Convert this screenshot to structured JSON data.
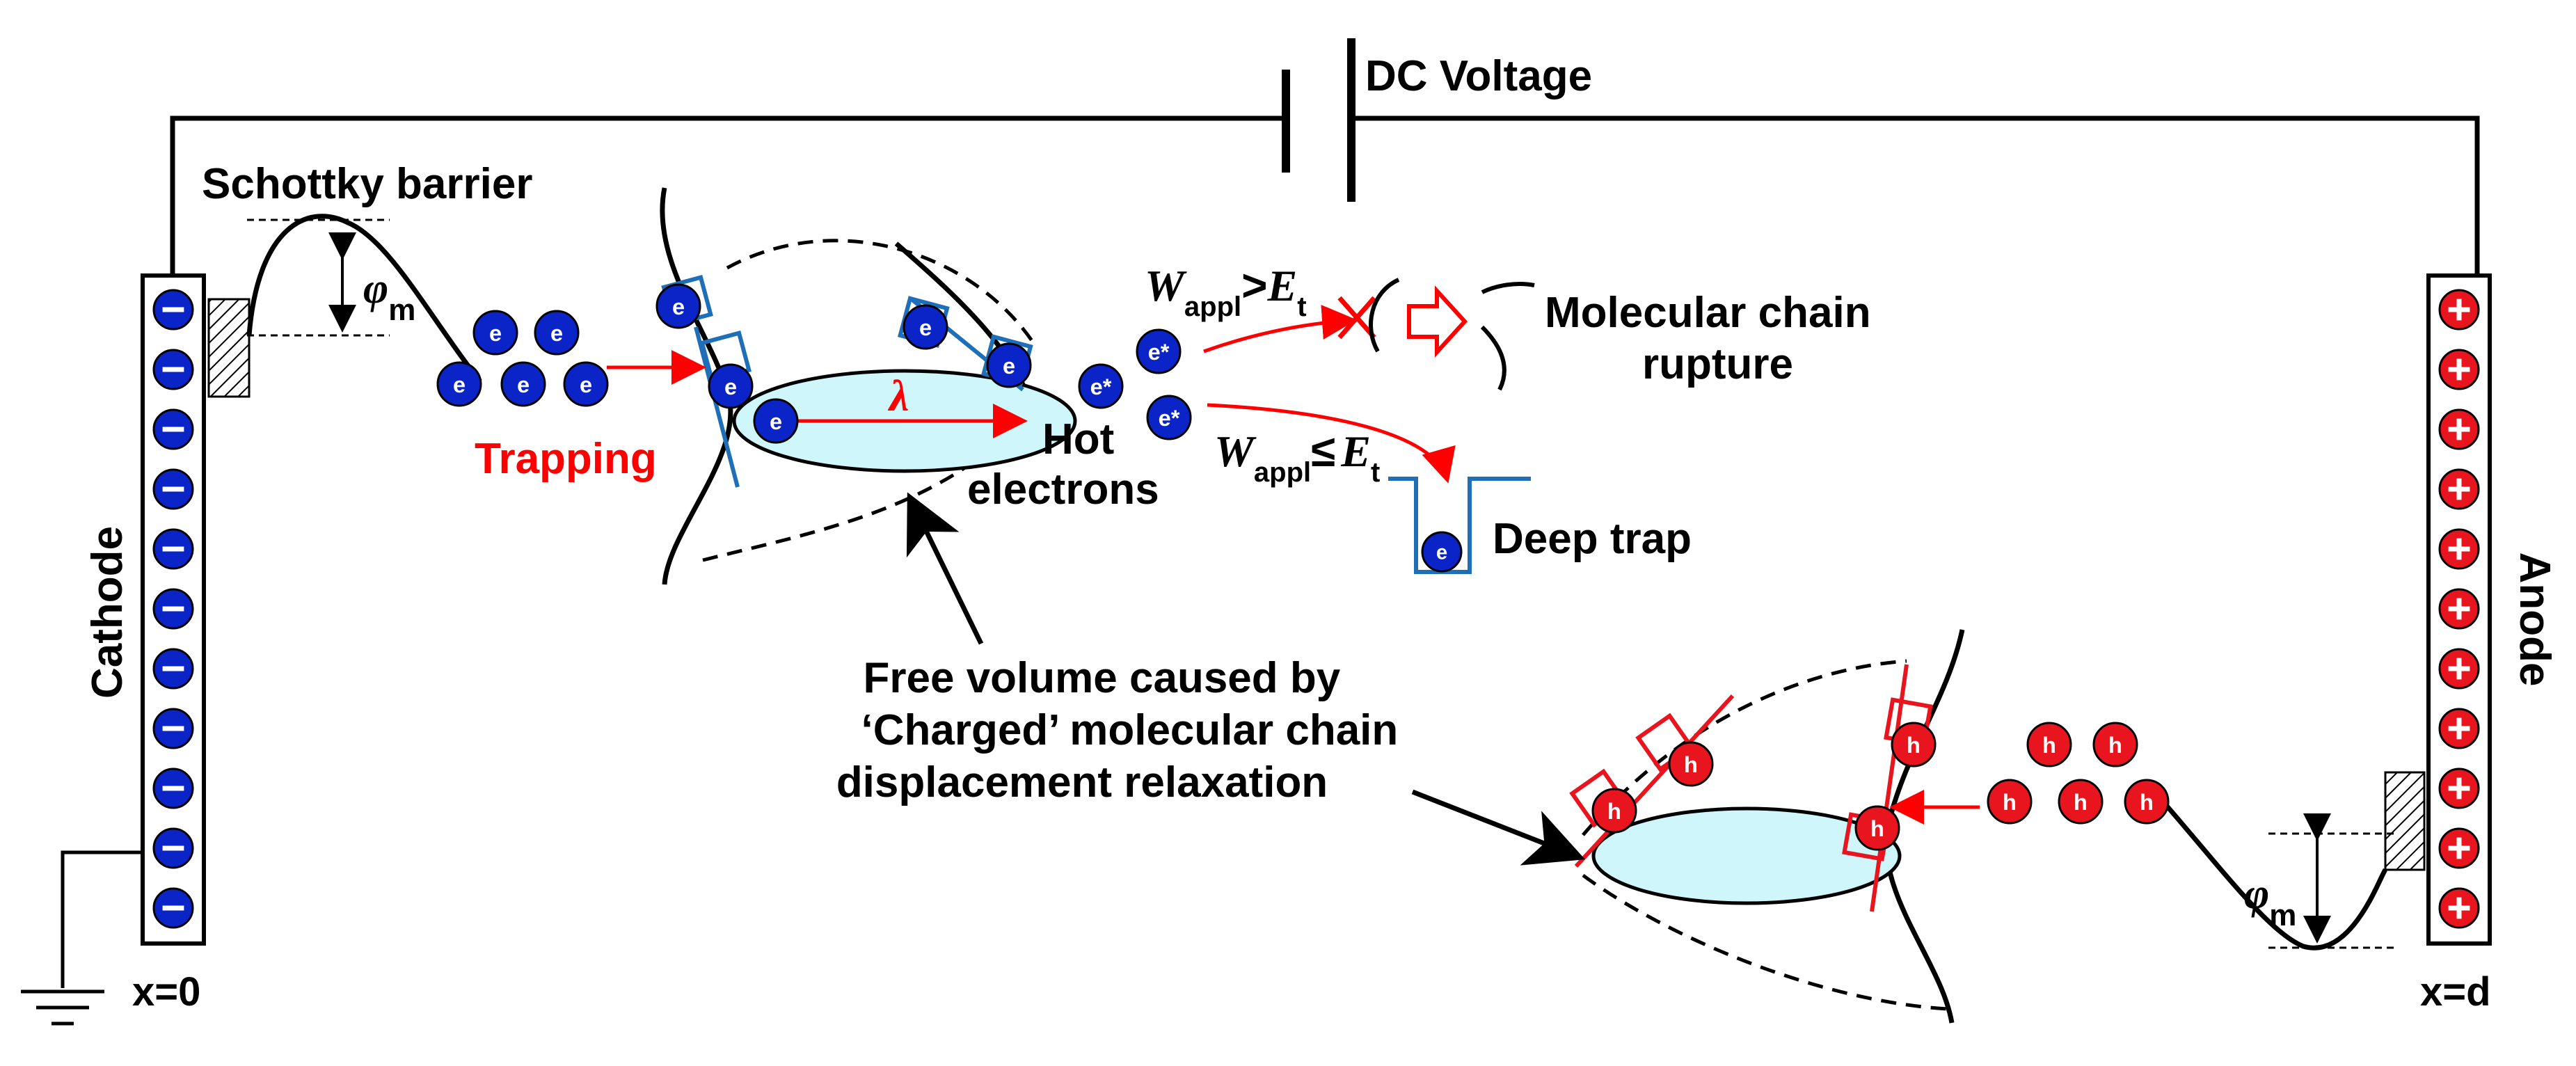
{
  "labels": {
    "dc_voltage": "DC Voltage",
    "schottky": "Schottky barrier",
    "phi": "φ",
    "phi_sub": "m",
    "trapping": "Trapping",
    "lambda": "λ",
    "hot_line1": "Hot",
    "hot_line2": "electrons",
    "w": "W",
    "w_sub": "appl",
    "gt": ">",
    "le": "≤",
    "e": "E",
    "e_sub": "t",
    "rupture_line1": "Molecular chain",
    "rupture_line2": "rupture",
    "deep_trap": "Deep trap",
    "free_line1": "Free volume caused by",
    "free_line2": "‘Charged’  molecular chain",
    "free_line3": "displacement relaxation",
    "cathode": "Cathode",
    "anode": "Anode",
    "x0": "x=0",
    "xd": "x=d"
  },
  "particles": {
    "electron": "e",
    "hot_electron": "e*",
    "hole": "h"
  },
  "colors": {
    "electron_fill": "#0b24c8",
    "hole_fill": "#e8141e",
    "trap_blue": "#1f6fb8",
    "arrow_red": "#ff0000",
    "free_volume": "#cff6fb"
  }
}
